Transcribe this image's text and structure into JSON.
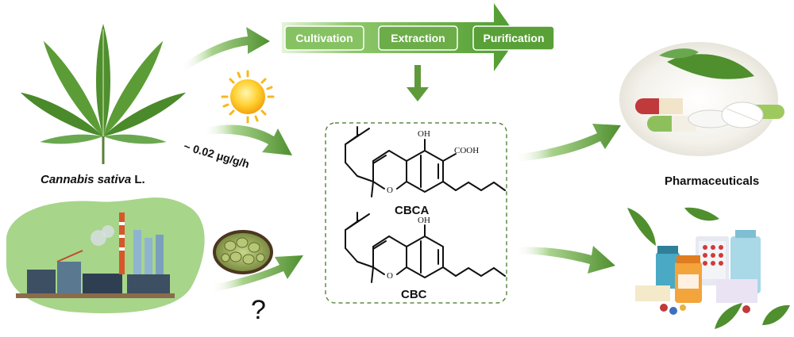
{
  "source": {
    "plant_label_italic": "Cannabis sativa",
    "plant_label_suffix": " L.",
    "yield": "~ 0.02 μg/g/h",
    "question": "?"
  },
  "process_steps": [
    "Cultivation",
    "Extraction",
    "Purification"
  ],
  "compounds": [
    {
      "name": "CBCA",
      "oh": "OH",
      "acid": "COOH",
      "ring_o": "O"
    },
    {
      "name": "CBC",
      "oh": "OH",
      "ring_o": "O"
    }
  ],
  "outputs": {
    "pharma": "Pharmaceuticals"
  },
  "colors": {
    "arrow_green": "#6aa84f",
    "step_green": "#7cbc5a",
    "leaf_green": "#4f8f2e",
    "dash_border": "#5e8a45",
    "factory_bg": "#a7d58a"
  },
  "icons": [
    "cannabis-leaf-icon",
    "sun-icon",
    "factory-icon",
    "yeast-cells-icon",
    "pills-icon",
    "medicine-bottles-icon"
  ]
}
